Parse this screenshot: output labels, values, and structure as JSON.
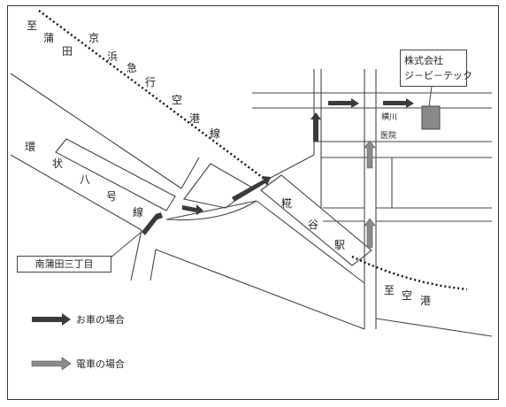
{
  "map": {
    "rail_keikyu_airport_line": {
      "chars": [
        "至",
        "蒲",
        "田",
        "京",
        "浜",
        "急",
        "行",
        "空",
        "港",
        "線"
      ],
      "end_label": [
        "至",
        "空",
        "港"
      ]
    },
    "kanpachi_road_chars": [
      "環",
      "状",
      "八",
      "号",
      "線"
    ],
    "station_chars": [
      "糀",
      "谷",
      "駅"
    ],
    "intersection_label": "南蒲田三丁目",
    "company": {
      "line1": "株式会社",
      "line2": "ジ－ビ－テック"
    },
    "hospital": {
      "line1": "横川",
      "line2": "医院"
    }
  },
  "legend": {
    "car": {
      "label": "お車の場合",
      "color": "#3a3a3a"
    },
    "train": {
      "label": "電車の場合",
      "color": "#8a8a8a"
    }
  },
  "colors": {
    "building": "#8a8a8a",
    "road": "#444444"
  }
}
